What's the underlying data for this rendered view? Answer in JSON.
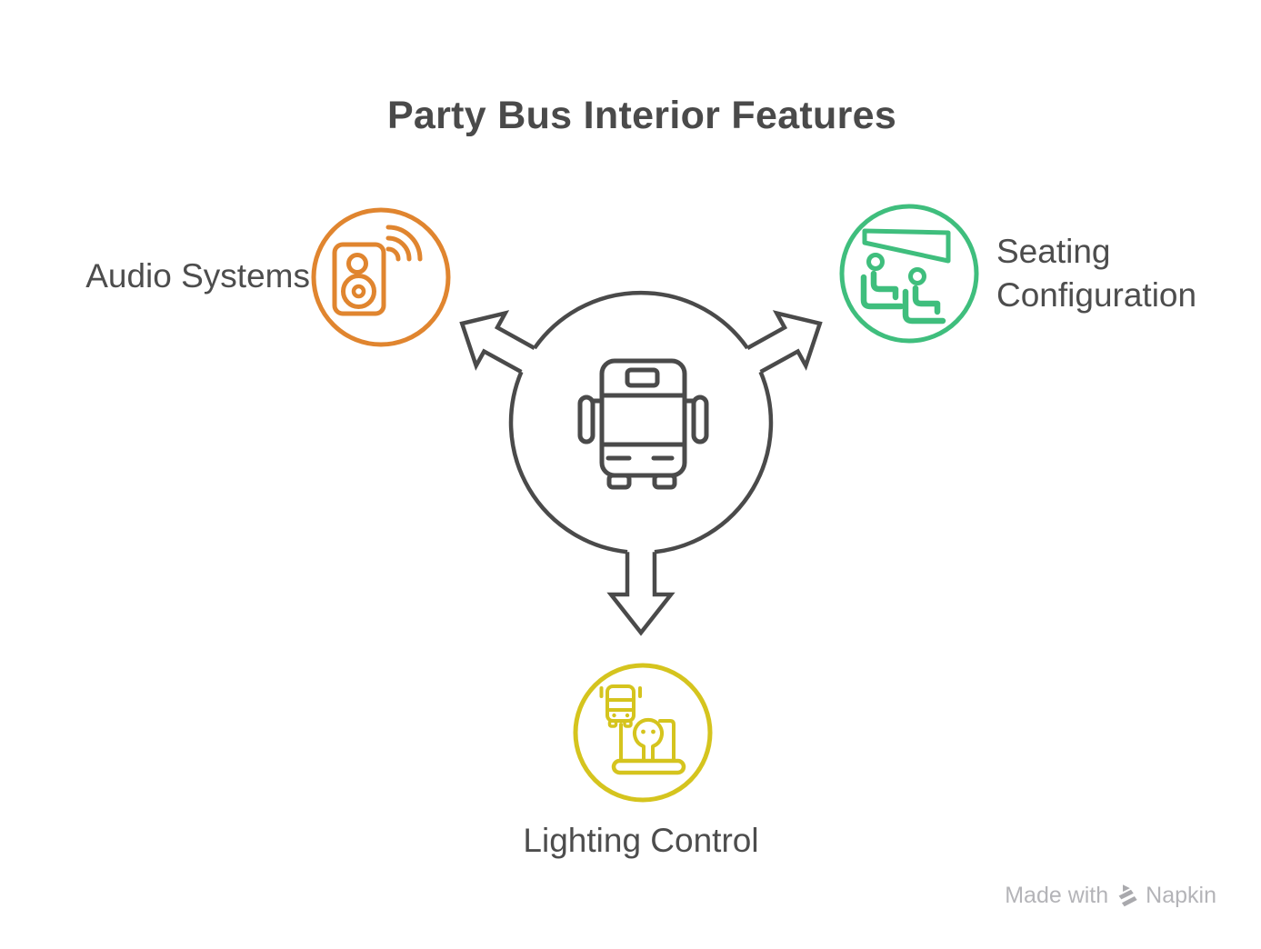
{
  "title": "Party Bus Interior Features",
  "center": {
    "icon": "bus-front-icon"
  },
  "nodes": [
    {
      "id": "audio",
      "label": "Audio Systems",
      "color": "#E0852F",
      "icon": "wireless-speaker-icon",
      "position": "left"
    },
    {
      "id": "seating",
      "label": "Seating Configuration",
      "color": "#3FBE7D",
      "icon": "passenger-seats-icon",
      "position": "right"
    },
    {
      "id": "lighting",
      "label": "Lighting Control",
      "color": "#D5C41E",
      "icon": "bus-light-bulb-icon",
      "position": "bottom"
    }
  ],
  "colors": {
    "line": "#4a4a4a",
    "text": "#4d4d4d",
    "watermark": "#b4b4b8",
    "watermark_logo": "#a9a9ad"
  },
  "watermark": {
    "text": "Made with",
    "brand": "Napkin",
    "logo": "napkin-logo-icon"
  }
}
